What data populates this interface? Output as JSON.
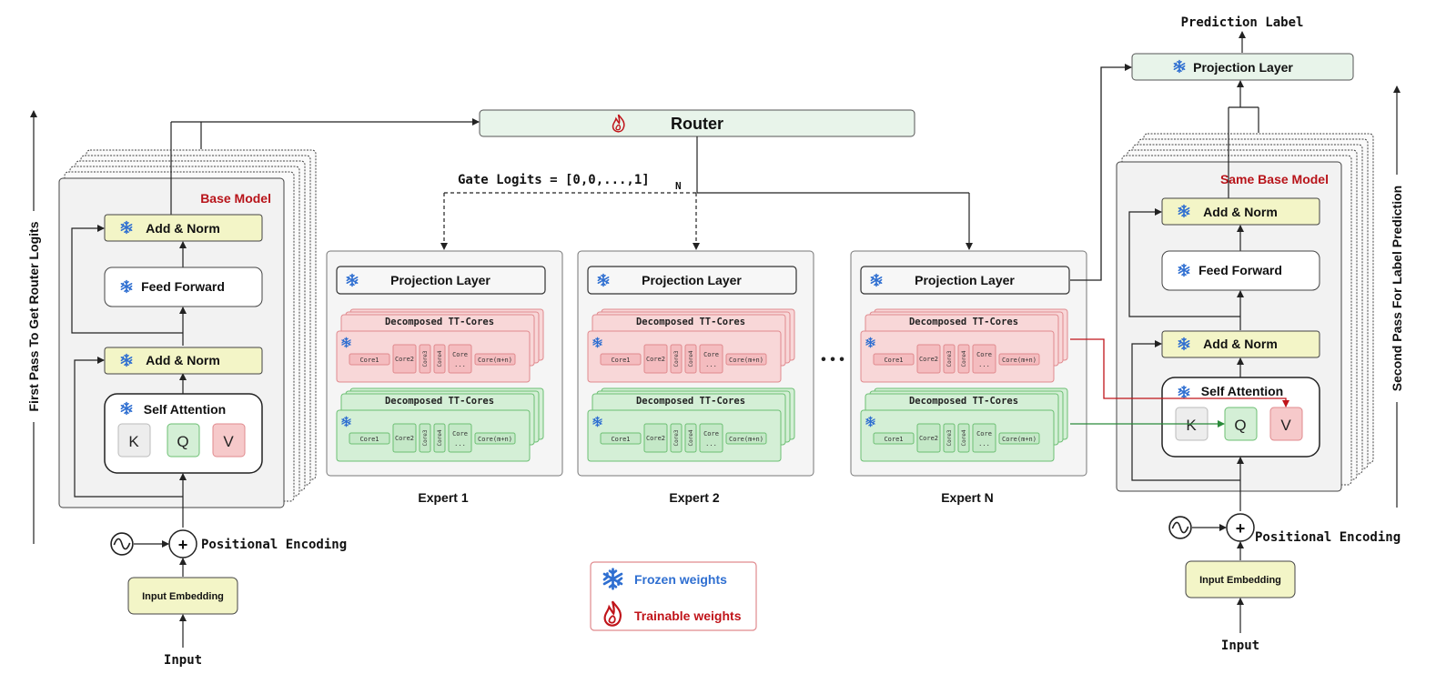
{
  "router": {
    "label": "Router"
  },
  "gate_logits": {
    "label": "Gate Logits = [0,0,...,1]",
    "subscript": "N"
  },
  "left_model": {
    "title": "Base Model",
    "add_norm_top": "Add & Norm",
    "feed_forward": "Feed Forward",
    "add_norm_bottom": "Add & Norm",
    "self_attention": "Self Attention",
    "k": "K",
    "q": "Q",
    "v": "V",
    "positional_encoding": "Positional Encoding",
    "input_embedding": "Input Embedding",
    "input": "Input",
    "side_label": "First Pass To Get Router Logits"
  },
  "right_model": {
    "title": "Same Base Model",
    "add_norm_top": "Add & Norm",
    "feed_forward": "Feed Forward",
    "add_norm_bottom": "Add & Norm",
    "self_attention": "Self Attention",
    "k": "K",
    "q": "Q",
    "v": "V",
    "positional_encoding": "Positional Encoding",
    "input_embedding": "Input Embedding",
    "input": "Input",
    "projection_layer": "Projection Layer",
    "prediction_label": "Prediction Label",
    "side_label": "Second Pass For Label Prediction"
  },
  "experts": [
    {
      "name": "Expert 1",
      "projection": "Projection Layer",
      "tt_red": "Decomposed TT-Cores",
      "tt_green": "Decomposed TT-Cores"
    },
    {
      "name": "Expert 2",
      "projection": "Projection Layer",
      "tt_red": "Decomposed TT-Cores",
      "tt_green": "Decomposed TT-Cores"
    },
    {
      "name": "Expert N",
      "projection": "Projection Layer",
      "tt_red": "Decomposed TT-Cores",
      "tt_green": "Decomposed TT-Cores"
    }
  ],
  "cores": {
    "c1": "Core1",
    "c2": "Core2",
    "c3": "Core3",
    "c4": "Core4",
    "cdots_a": "Core",
    "cdots_b": "...",
    "cmn": "Core(m+n)"
  },
  "ellipsis": "• • •",
  "legend": {
    "frozen": "Frozen weights",
    "trainable": "Trainable weights"
  },
  "colors": {
    "router_fill": "#e8f4ea",
    "add_norm_fill": "#f3f5c7",
    "expert_bg": "#f5f5f5",
    "tt_red_fill": "#f8d7d8",
    "tt_red_stroke": "#e08a8e",
    "tt_green_fill": "#d4efd6",
    "tt_green_stroke": "#6cbf73",
    "frozen_blue": "#2f6fd1",
    "trainable_red": "#c0141a",
    "title_red": "#b8141a"
  }
}
